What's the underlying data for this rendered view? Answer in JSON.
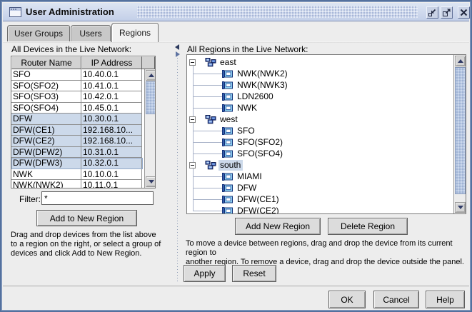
{
  "window": {
    "title": "User Administration",
    "controls": {
      "minimize": "minimize",
      "maximize": "maximize",
      "close": "close"
    }
  },
  "tabs": [
    {
      "label": "User Groups",
      "active": false
    },
    {
      "label": "Users",
      "active": false
    },
    {
      "label": "Regions",
      "active": true
    }
  ],
  "left_panel": {
    "heading": "All Devices in the Live Network:",
    "table": {
      "columns": [
        "Router Name",
        "IP Address"
      ],
      "rows": [
        {
          "name": "SFO",
          "ip": "10.40.0.1",
          "selected": false
        },
        {
          "name": "SFO(SFO2)",
          "ip": "10.41.0.1",
          "selected": false
        },
        {
          "name": "SFO(SFO3)",
          "ip": "10.42.0.1",
          "selected": false
        },
        {
          "name": "SFO(SFO4)",
          "ip": "10.45.0.1",
          "selected": false
        },
        {
          "name": "DFW",
          "ip": "10.30.0.1",
          "selected": true
        },
        {
          "name": "DFW(CE1)",
          "ip": "192.168.10...",
          "selected": true
        },
        {
          "name": "DFW(CE2)",
          "ip": "192.168.10...",
          "selected": true
        },
        {
          "name": "DFW(DFW2)",
          "ip": "10.31.0.1",
          "selected": true
        },
        {
          "name": "DFW(DFW3)",
          "ip": "10.32.0.1",
          "selected": true,
          "focused": true
        },
        {
          "name": "NWK",
          "ip": "10.10.0.1",
          "selected": false
        },
        {
          "name": "NWK(NWK2)",
          "ip": "10.11.0.1",
          "selected": false
        }
      ]
    },
    "filter_label": "Filter:",
    "filter_value": "*",
    "add_button": "Add to New Region",
    "hint": "Drag and drop devices from the list above\nto a region on the right, or select a group of\ndevices and click Add to New Region."
  },
  "right_panel": {
    "heading": "All Regions in the Live Network:",
    "tree": [
      {
        "label": "east",
        "selected": false,
        "children": [
          "NWK(NWK2)",
          "NWK(NWK3)",
          "LDN2600",
          "NWK"
        ]
      },
      {
        "label": "west",
        "selected": false,
        "children": [
          "SFO",
          "SFO(SFO2)",
          "SFO(SFO4)"
        ]
      },
      {
        "label": "south",
        "selected": true,
        "children": [
          "MIAMI",
          "DFW",
          "DFW(CE1)",
          "DFW(CE2)"
        ]
      }
    ],
    "add_region_button": "Add New Region",
    "delete_region_button": "Delete Region",
    "hint": "To move a device between regions, drag and drop the device from its current region to\nanother region. To remove a device, drag and drop the device outside the panel.",
    "apply_button": "Apply",
    "reset_button": "Reset"
  },
  "footer": {
    "ok": "OK",
    "cancel": "Cancel",
    "help": "Help"
  },
  "colors": {
    "selection": "#ccd9ea",
    "titlebar": "#cfdaee",
    "window_border": "#54719e"
  }
}
